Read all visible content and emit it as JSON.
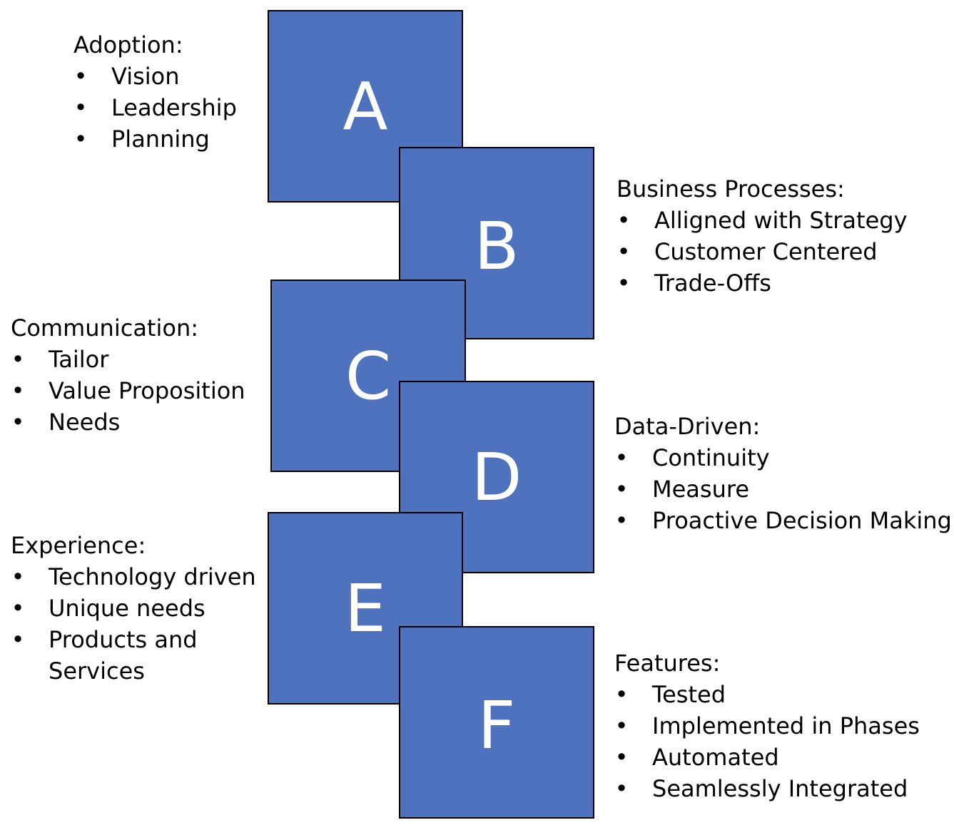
{
  "boxes": [
    {
      "letter": "A",
      "color": "#4f72be"
    },
    {
      "letter": "B",
      "color": "#4f72be"
    },
    {
      "letter": "C",
      "color": "#4f72be"
    },
    {
      "letter": "D",
      "color": "#4f72be"
    },
    {
      "letter": "E",
      "color": "#4f72be"
    },
    {
      "letter": "F",
      "color": "#4f72be"
    }
  ],
  "groups": {
    "adoption": {
      "title": "Adoption:",
      "items": [
        "Vision",
        "Leadership",
        "Planning"
      ]
    },
    "business_processes": {
      "title": "Business Processes:",
      "items": [
        "Alligned with Strategy",
        "Customer Centered",
        "Trade-Offs"
      ]
    },
    "communication": {
      "title": "Communication:",
      "items": [
        "Tailor",
        "Value Proposition",
        "Needs"
      ]
    },
    "data_driven": {
      "title": "Data-Driven:",
      "items": [
        "Continuity",
        "Measure",
        "Proactive Decision Making"
      ]
    },
    "experience": {
      "title": "Experience:",
      "items": [
        "Technology driven",
        "Unique needs",
        "Products and Services"
      ]
    },
    "features": {
      "title": "Features:",
      "items": [
        "Tested",
        "Implemented in Phases",
        "Automated",
        "Seamlessly Integrated"
      ]
    }
  },
  "bullet_symbol": "•"
}
